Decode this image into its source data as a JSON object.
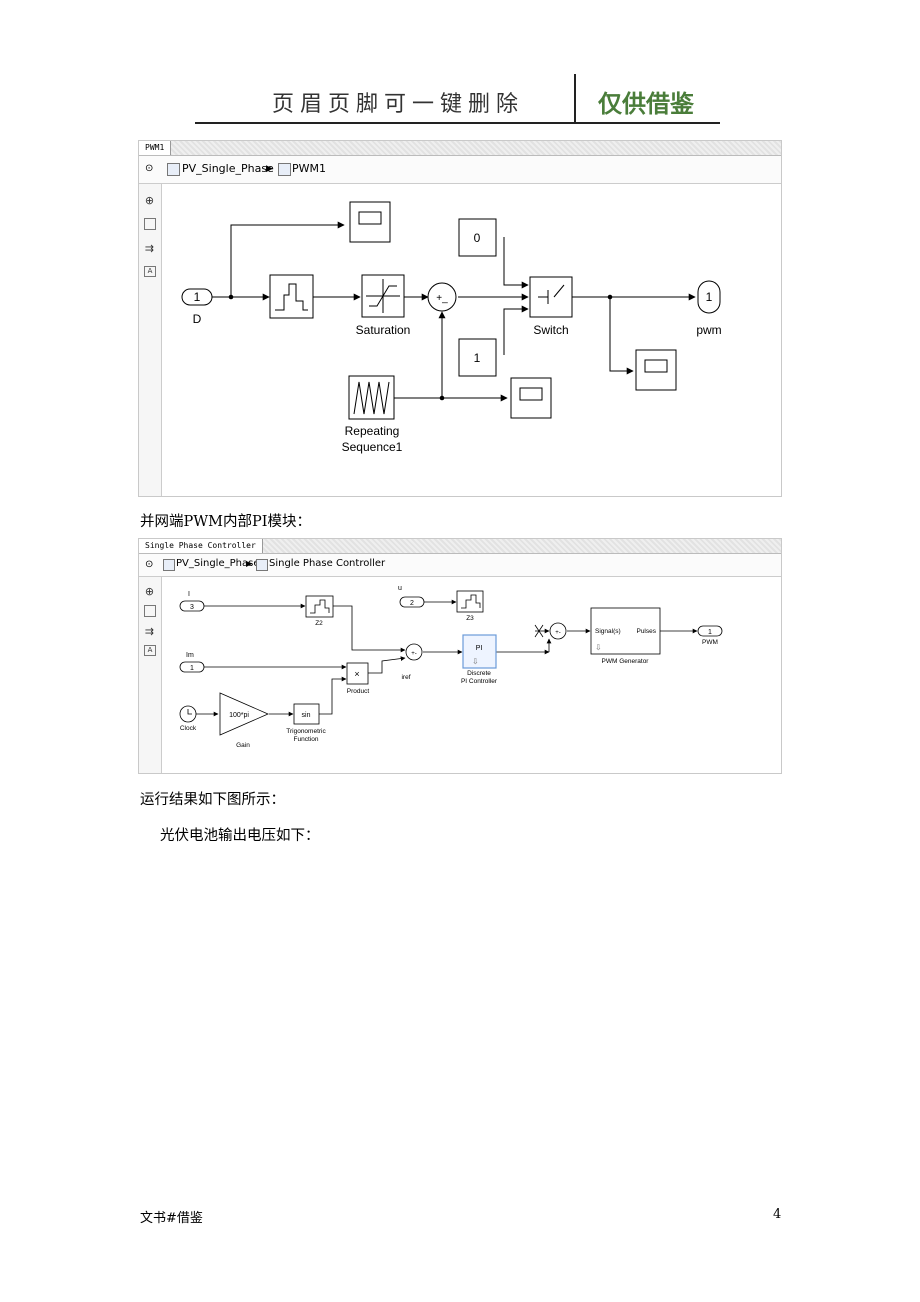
{
  "header": {
    "left_text": "页眉页脚可一键删除",
    "right_text": "仅供借鉴"
  },
  "figure1": {
    "tab_label": "PWM1",
    "breadcrumb": {
      "root": "PV_Single_Phase",
      "current": "PWM1"
    },
    "blocks": {
      "in_port_number": "1",
      "in_port_label": "D",
      "saturation_label": "Saturation",
      "sum_signs": "+_",
      "const_zero": "0",
      "const_one": "1",
      "switch_label": "Switch",
      "out_port_number": "1",
      "out_port_label": "pwm",
      "repeating_line1": "Repeating",
      "repeating_line2": "Sequence1"
    }
  },
  "caption1": "并网端PWM内部PI模块：",
  "figure2": {
    "tab_label": "Single Phase Controller",
    "breadcrumb": {
      "root": "PV_Single_Phase",
      "current": "Single Phase Controller"
    },
    "blocks": {
      "i_label": "I",
      "i_number": "3",
      "z2_label": "Z2",
      "u_label": "u",
      "u_number": "2",
      "z3_label": "Z3",
      "im_label": "Im",
      "im_number": "1",
      "clock_label": "Clock",
      "gain_value": "100*pi",
      "gain_label": "Gain",
      "sin_value": "sin",
      "trig_line1": "Trigonometric",
      "trig_line2": "Function",
      "product_symbol": "×",
      "product_label": "Product",
      "iref_label": "iref",
      "pi_value": "PI",
      "pi_line1": "Discrete",
      "pi_line2": "PI Controller",
      "sum_signs": "+-",
      "sum2_signs": "+-",
      "pwm_signal_port": "Signal(s)",
      "pwm_pulses_port": "Pulses",
      "pwm_gen_label": "PWM Generator",
      "out_number": "1",
      "out_label": "PWM"
    }
  },
  "caption2": "运行结果如下图所示：",
  "caption3": "光伏电池输出电压如下：",
  "footer": {
    "left": "文书#借鉴",
    "page_number": "4"
  }
}
